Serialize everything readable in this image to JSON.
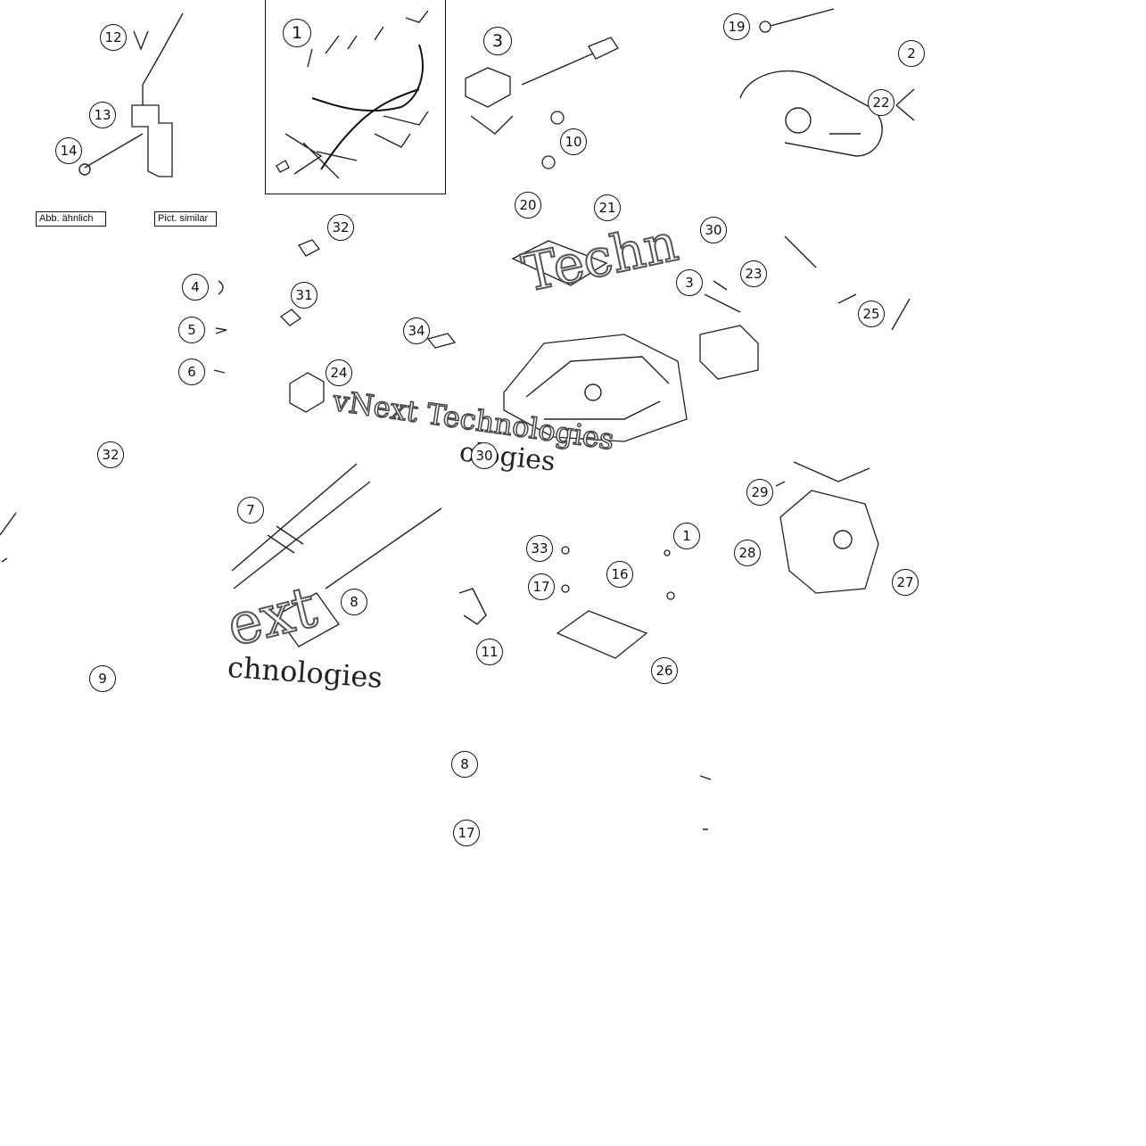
{
  "captions": {
    "german": "Abb. ähnlich",
    "english": "Pict. similar"
  },
  "watermark": {
    "line1": "vNext Technologies",
    "fragment_a": "Techn",
    "fragment_b": "ext",
    "fragment_c": "chnologies",
    "fragment_d": "ologies"
  },
  "callouts": [
    {
      "label": "1"
    },
    {
      "label": "3"
    },
    {
      "label": "10"
    },
    {
      "label": "12"
    },
    {
      "label": "13"
    },
    {
      "label": "14"
    },
    {
      "label": "19"
    },
    {
      "label": "2"
    },
    {
      "label": "22"
    },
    {
      "label": "20"
    },
    {
      "label": "21"
    },
    {
      "label": "32"
    },
    {
      "label": "30"
    },
    {
      "label": "4"
    },
    {
      "label": "31"
    },
    {
      "label": "23"
    },
    {
      "label": "3"
    },
    {
      "label": "25"
    },
    {
      "label": "5"
    },
    {
      "label": "34"
    },
    {
      "label": "6"
    },
    {
      "label": "24"
    },
    {
      "label": "32"
    },
    {
      "label": "30"
    },
    {
      "label": "29"
    },
    {
      "label": "7"
    },
    {
      "label": "33"
    },
    {
      "label": "1"
    },
    {
      "label": "16"
    },
    {
      "label": "28"
    },
    {
      "label": "27"
    },
    {
      "label": "17"
    },
    {
      "label": "8"
    },
    {
      "label": "11"
    },
    {
      "label": "26"
    },
    {
      "label": "9"
    },
    {
      "label": "8"
    },
    {
      "label": "17"
    }
  ]
}
